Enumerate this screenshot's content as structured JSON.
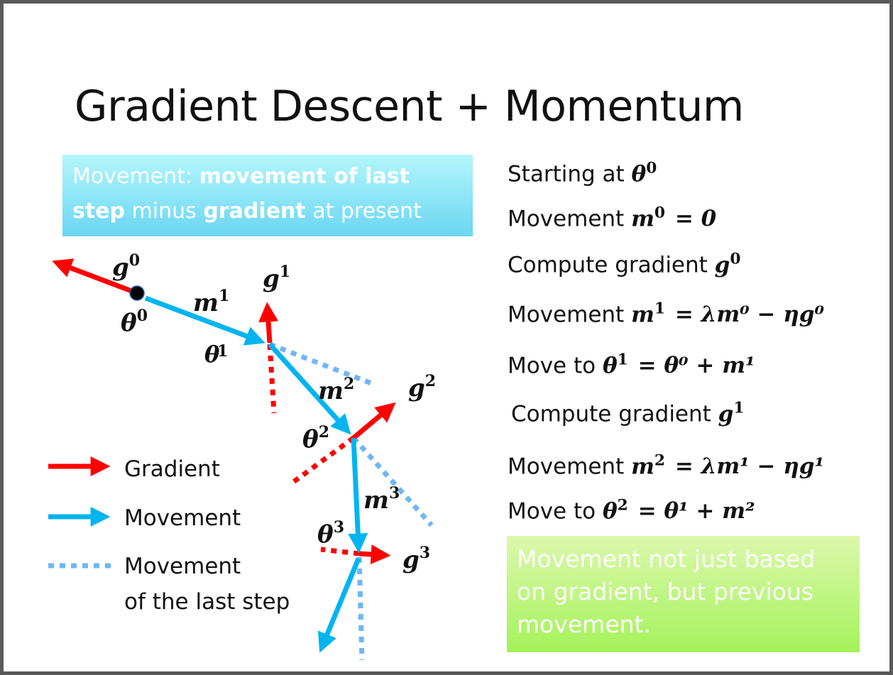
{
  "title": "Gradient Descent + Momentum",
  "cyan_box": {
    "p1": "Movement: ",
    "b1": "movement of last step",
    "p2": " minus ",
    "b2": "gradient",
    "p3": " at present"
  },
  "green_box": {
    "text": "Movement not just based on gradient, but previous movement."
  },
  "steps": [
    {
      "text": "Starting at ",
      "math": "θ",
      "sup": "0"
    },
    {
      "text": "Movement ",
      "math": "m",
      "sup": "0",
      "rest": "= 0"
    },
    {
      "text": "Compute gradient ",
      "math": "g",
      "sup": "0"
    },
    {
      "text": "Movement ",
      "math": "m",
      "sup": "1",
      "rest": "= λm⁰ − ηg⁰"
    },
    {
      "text": "Move to ",
      "math": "θ",
      "sup": "1",
      "rest": "= θ⁰ + m¹"
    },
    {
      "text": "Compute gradient ",
      "math": "g",
      "sup": "1"
    },
    {
      "text": "Movement ",
      "math": "m",
      "sup": "2",
      "rest": "= λm¹ − ηg¹"
    },
    {
      "text": "Move to ",
      "math": "θ",
      "sup": "2",
      "rest": "= θ¹ + m²"
    }
  ],
  "diagram_labels": {
    "g0": "g",
    "g0s": "0",
    "g1": "g",
    "g1s": "1",
    "g2": "g",
    "g2s": "2",
    "g3": "g",
    "g3s": "3",
    "m1": "m",
    "m1s": "1",
    "m2": "m",
    "m2s": "2",
    "m3": "m",
    "m3s": "3",
    "t0": "θ",
    "t0s": "0",
    "t1": "θ",
    "t1s": "1",
    "t2": "θ",
    "t2s": "2",
    "t3": "θ",
    "t3s": "3"
  },
  "legend": {
    "gradient": "Gradient",
    "movement": "Movement",
    "last1": "Movement",
    "last2": "of the last step"
  },
  "colors": {
    "gradient": "#ff0000",
    "movement": "#00b4f0",
    "last_step": "#6fb6f7"
  }
}
